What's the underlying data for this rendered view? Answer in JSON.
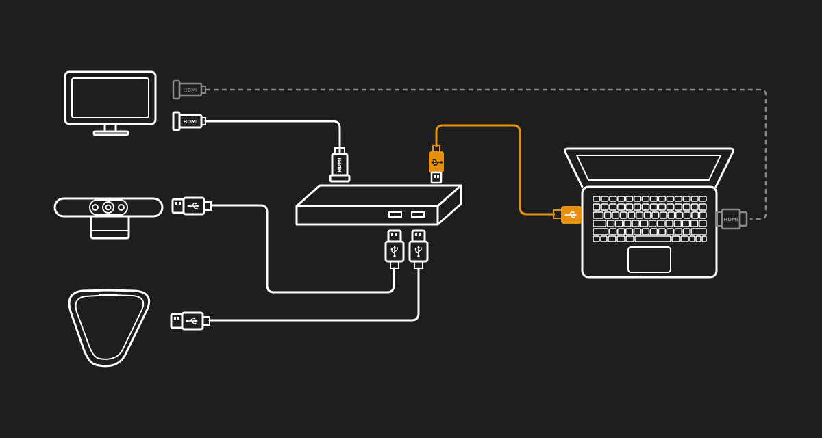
{
  "colors": {
    "background": "#1e1e1e",
    "line": "#ffffff",
    "accent": "#e8900c",
    "optional": "#8a8a8a"
  },
  "labels": {
    "hdmi_monitor_optional": "HDMI",
    "hdmi_monitor": "HDMI",
    "hdmi_hub": "HDMI",
    "hdmi_laptop": "HDMI"
  },
  "icons": {
    "monitor": "monitor-icon",
    "camera": "webcam-icon",
    "speakerphone": "speakerphone-icon",
    "hub": "usb-hub-icon",
    "laptop": "laptop-icon",
    "usb": "usb-symbol-icon"
  }
}
